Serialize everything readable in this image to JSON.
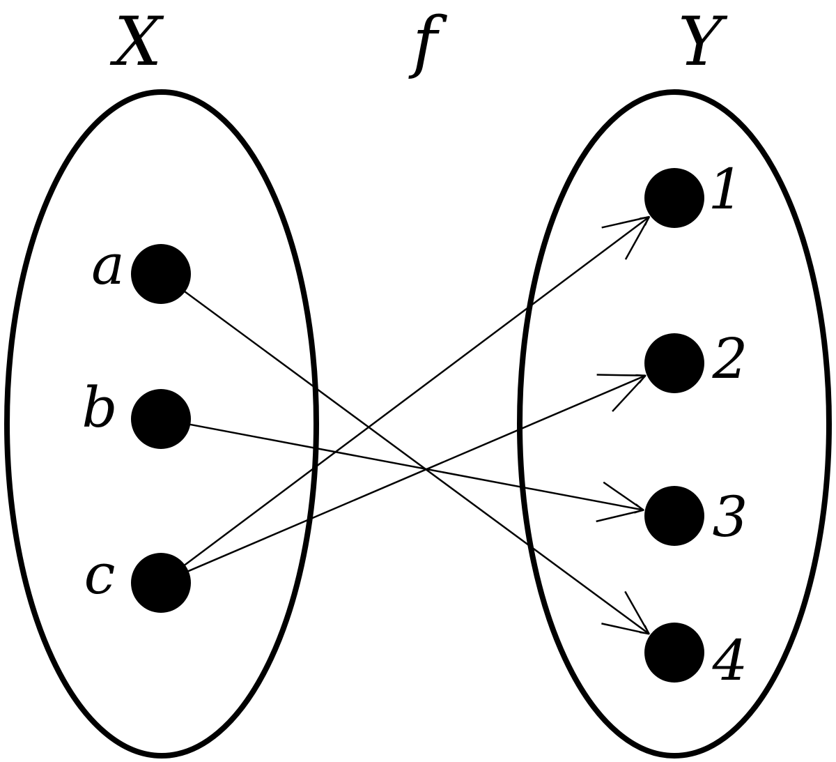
{
  "sets": {
    "domain_label": "X",
    "codomain_label": "Y",
    "function_label": "f"
  },
  "domain_elements": [
    {
      "id": "a",
      "label": "a"
    },
    {
      "id": "b",
      "label": "b"
    },
    {
      "id": "c",
      "label": "c"
    }
  ],
  "codomain_elements": [
    {
      "id": "1",
      "label": "1"
    },
    {
      "id": "2",
      "label": "2"
    },
    {
      "id": "3",
      "label": "3"
    },
    {
      "id": "4",
      "label": "4"
    }
  ],
  "mappings": [
    {
      "from": "a",
      "to": "4"
    },
    {
      "from": "b",
      "to": "3"
    },
    {
      "from": "c",
      "to": "1"
    },
    {
      "from": "c",
      "to": "2"
    }
  ],
  "colors": {
    "stroke": "#000000",
    "background": "#ffffff"
  }
}
